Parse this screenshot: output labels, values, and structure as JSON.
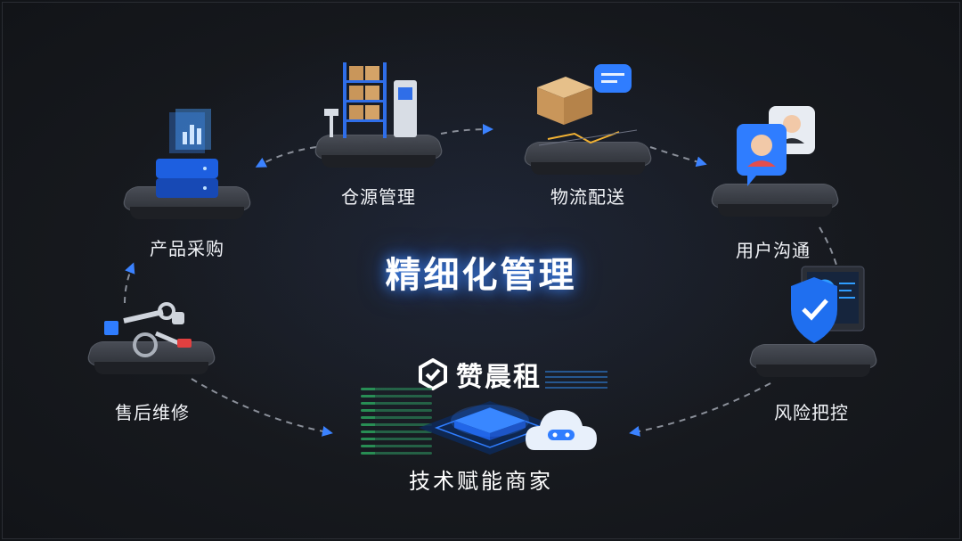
{
  "title": "精细化管理",
  "brand": {
    "name": "赞晨租"
  },
  "center": {
    "label": "技术赋能商家"
  },
  "steps": [
    {
      "label": "产品采购",
      "icon": "server-chart-icon"
    },
    {
      "label": "仓源管理",
      "icon": "warehouse-shelf-icon"
    },
    {
      "label": "物流配送",
      "icon": "logistics-box-icon"
    },
    {
      "label": "用户沟通",
      "icon": "chat-users-icon"
    },
    {
      "label": "风险把控",
      "icon": "shield-check-icon"
    },
    {
      "label": "售后维修",
      "icon": "tools-icon"
    }
  ],
  "colors": {
    "accent": "#2f7dff",
    "background": "#15171b",
    "text": "#ffffff",
    "connector": "#8a8f99"
  }
}
